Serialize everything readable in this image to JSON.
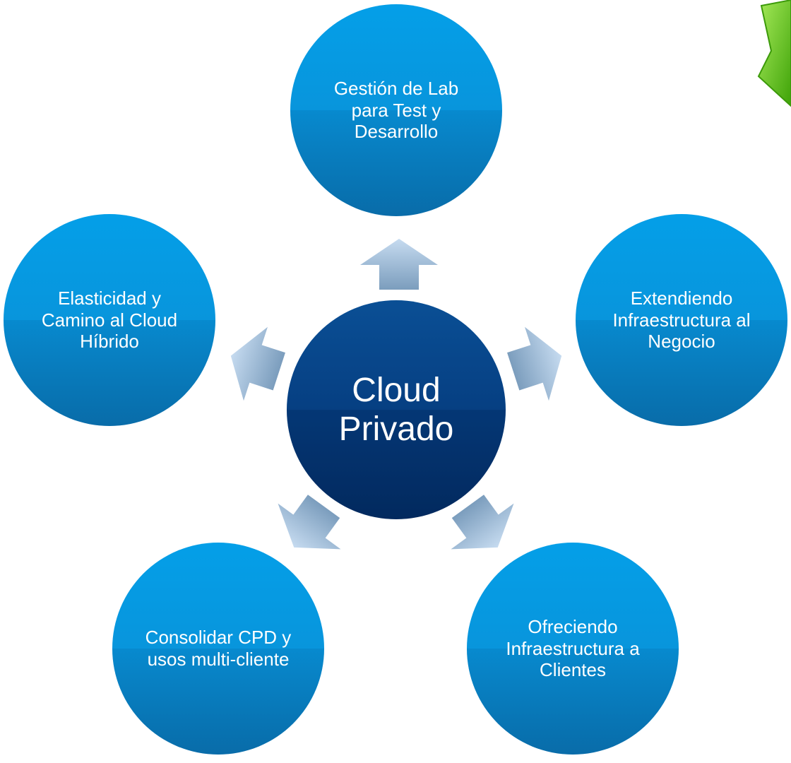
{
  "diagram": {
    "center": {
      "label": "Cloud Privado"
    },
    "nodes": [
      {
        "id": "top",
        "label": "Gestión de Lab para Test y Desarrollo"
      },
      {
        "id": "right",
        "label": "Extendiendo Infraestructura al Negocio"
      },
      {
        "id": "bottom-right",
        "label": "Ofreciendo Infraestructura a Clientes"
      },
      {
        "id": "bottom-left",
        "label": "Consolidar CPD y usos multi-cliente"
      },
      {
        "id": "left",
        "label": "Elasticidad y Camino al Cloud Híbrido"
      }
    ]
  },
  "colors": {
    "outer_circle": "#0895dc",
    "center_circle": "#063f82",
    "arrow_light": "#c4d8ee",
    "arrow_dark": "#7d9fc0",
    "decoration": "#62c418"
  },
  "icons": {
    "decoration": "green-star-shape"
  }
}
